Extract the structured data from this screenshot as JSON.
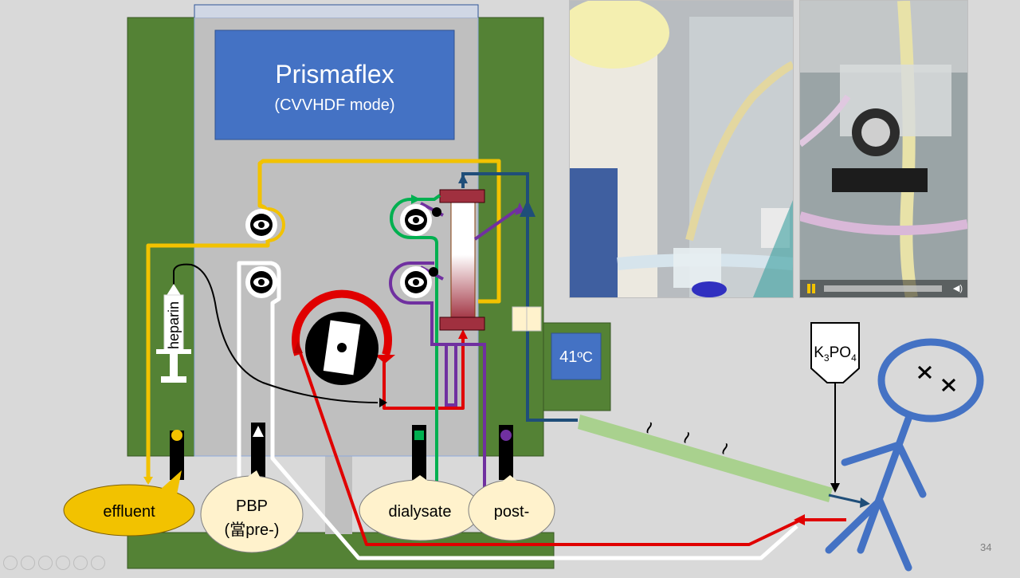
{
  "machine": {
    "title": "Prismaflex",
    "mode": "(CVVHDF mode)",
    "heater_temp": "41",
    "heater_unit": "ºC"
  },
  "labels": {
    "heparin": "heparin",
    "effluent": "effluent",
    "pbp_line1": "PBP",
    "pbp_line2": "(當pre-)",
    "dialysate": "dialysate",
    "post": "post-",
    "k": "K",
    "k_sub": "3",
    "po": "PO",
    "po_sub": "4",
    "wave": "~"
  },
  "page_number": "34",
  "colors": {
    "machine_green": "#548235",
    "panel_gray": "#bfbfbf",
    "screen_blue": "#4472c4",
    "effluent_yellow": "#f2c200",
    "blood_red": "#e00000",
    "dialysate_green": "#00b050",
    "post_purple": "#7030a0",
    "return_navy": "#1f4e79",
    "warm_green": "#a9d18e",
    "bubble_fill": "#fff2cc"
  }
}
